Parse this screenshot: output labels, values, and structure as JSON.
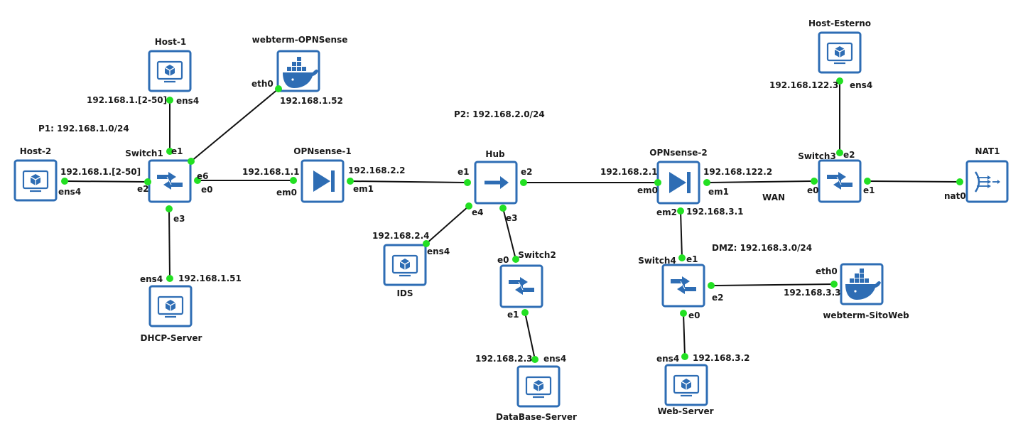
{
  "colors": {
    "node_border": "#2e6db4",
    "port_dot": "#22e022",
    "link": "#111111"
  },
  "network_labels": {
    "p1": "P1: 192.168.1.0/24",
    "p2": "P2: 192.168.2.0/24",
    "dmz": "DMZ: 192.168.3.0/24",
    "wan": "WAN"
  },
  "nodes": {
    "host1": {
      "name": "Host-1",
      "icon": "vm-monitor-icon"
    },
    "webterm_opnsense": {
      "name": "webterm-OPNSense",
      "icon": "docker-icon"
    },
    "host2": {
      "name": "Host-2",
      "icon": "vm-monitor-icon"
    },
    "switch1": {
      "name": "Switch1",
      "icon": "switch-icon"
    },
    "dhcp": {
      "name": "DHCP-Server",
      "icon": "vm-monitor-icon"
    },
    "opn1": {
      "name": "OPNsense-1",
      "icon": "firewall-icon"
    },
    "hub": {
      "name": "Hub",
      "icon": "hub-icon"
    },
    "ids": {
      "name": "IDS",
      "icon": "vm-monitor-icon"
    },
    "switch2": {
      "name": "Switch2",
      "icon": "switch-icon"
    },
    "db": {
      "name": "DataBase-Server",
      "icon": "vm-monitor-icon"
    },
    "opn2": {
      "name": "OPNsense-2",
      "icon": "firewall-icon"
    },
    "switch4": {
      "name": "Switch4",
      "icon": "switch-icon"
    },
    "web": {
      "name": "Web-Server",
      "icon": "vm-monitor-icon"
    },
    "webterm_sito": {
      "name": "webterm-SitoWeb",
      "icon": "docker-icon"
    },
    "host_ext": {
      "name": "Host-Esterno",
      "icon": "vm-monitor-icon"
    },
    "switch3": {
      "name": "Switch3",
      "icon": "switch-icon"
    },
    "nat1": {
      "name": "NAT1",
      "icon": "nat-cloud-icon"
    }
  },
  "ports": {
    "host1_ens4": "ens4",
    "host1_ip": "192.168.1.[2-50]",
    "wt_eth0": "eth0",
    "wt_ip": "192.168.1.52",
    "host2_ens4": "ens4",
    "host2_ip": "192.168.1.[2-50]",
    "sw1_e1": "e1",
    "sw1_e2": "e2",
    "sw1_e6": "e6",
    "sw1_e0": "e0",
    "sw1_e3": "e3",
    "dhcp_ens4": "ens4",
    "dhcp_ip": "192.168.1.51",
    "opn1_em0": "em0",
    "opn1_em0_ip": "192.168.1.1",
    "opn1_em1": "em1",
    "opn1_em1_ip": "192.168.2.2",
    "hub_e1": "e1",
    "hub_e2": "e2",
    "hub_e4": "e4",
    "hub_e3": "e3",
    "ids_ens4": "ens4",
    "ids_ip": "192.168.2.4",
    "sw2_e0": "e0",
    "sw2_e1": "e1",
    "db_ens4": "ens4",
    "db_ip": "192.168.2.3",
    "opn2_em0": "em0",
    "opn2_em0_ip": "192.168.2.1",
    "opn2_em1": "em1",
    "opn2_em1_ip": "192.168.122.2",
    "opn2_em2": "em2",
    "opn2_em2_ip": "192.168.3.1",
    "sw4_e1": "e1",
    "sw4_e2": "e2",
    "sw4_e0": "e0",
    "web_ens4": "ens4",
    "web_ip": "192.168.3.2",
    "wts_eth0": "eth0",
    "wts_ip": "192.168.3.3",
    "hext_ens4": "ens4",
    "hext_ip": "192.168.122.3",
    "sw3_e2": "e2",
    "sw3_e0": "e0",
    "sw3_e1": "e1",
    "nat_nat0": "nat0"
  }
}
